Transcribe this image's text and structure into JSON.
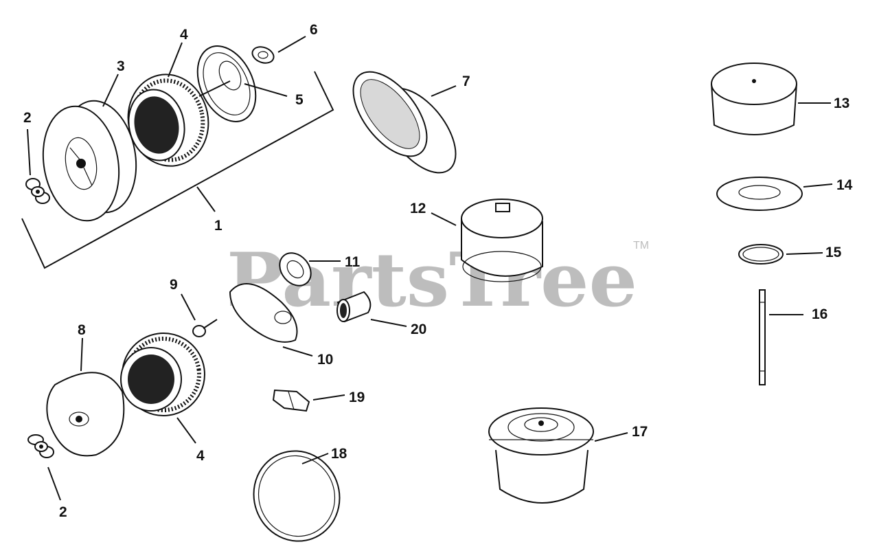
{
  "watermark": {
    "text": "PartsTree",
    "trademark": "TM"
  },
  "callouts": {
    "c1": "1",
    "c2a": "2",
    "c2b": "2",
    "c3": "3",
    "c4a": "4",
    "c4b": "4",
    "c5": "5",
    "c6": "6",
    "c7": "7",
    "c8": "8",
    "c9": "9",
    "c10": "10",
    "c11": "11",
    "c12": "12",
    "c13": "13",
    "c14": "14",
    "c15": "15",
    "c16": "16",
    "c17": "17",
    "c18": "18",
    "c19": "19",
    "c20": "20"
  },
  "parts": [
    {
      "id": "1",
      "icon": "air-cleaner-assembly-bracket"
    },
    {
      "id": "2",
      "icon": "wing-nut"
    },
    {
      "id": "3",
      "icon": "air-cleaner-cover"
    },
    {
      "id": "4",
      "icon": "pleated-paper-element"
    },
    {
      "id": "5",
      "icon": "element-base-with-stud"
    },
    {
      "id": "6",
      "icon": "retaining-clip"
    },
    {
      "id": "7",
      "icon": "foam-precleaner"
    },
    {
      "id": "8",
      "icon": "oval-cover"
    },
    {
      "id": "9",
      "icon": "screw"
    },
    {
      "id": "10",
      "icon": "oval-base"
    },
    {
      "id": "11",
      "icon": "gasket"
    },
    {
      "id": "12",
      "icon": "canister-element"
    },
    {
      "id": "13",
      "icon": "cover-assembly"
    },
    {
      "id": "14",
      "icon": "base-plate"
    },
    {
      "id": "15",
      "icon": "seal-ring"
    },
    {
      "id": "16",
      "icon": "stud"
    },
    {
      "id": "17",
      "icon": "dual-element-canister"
    },
    {
      "id": "18",
      "icon": "large-gasket"
    },
    {
      "id": "19",
      "icon": "latch-clip"
    },
    {
      "id": "20",
      "icon": "breather-tube"
    }
  ]
}
